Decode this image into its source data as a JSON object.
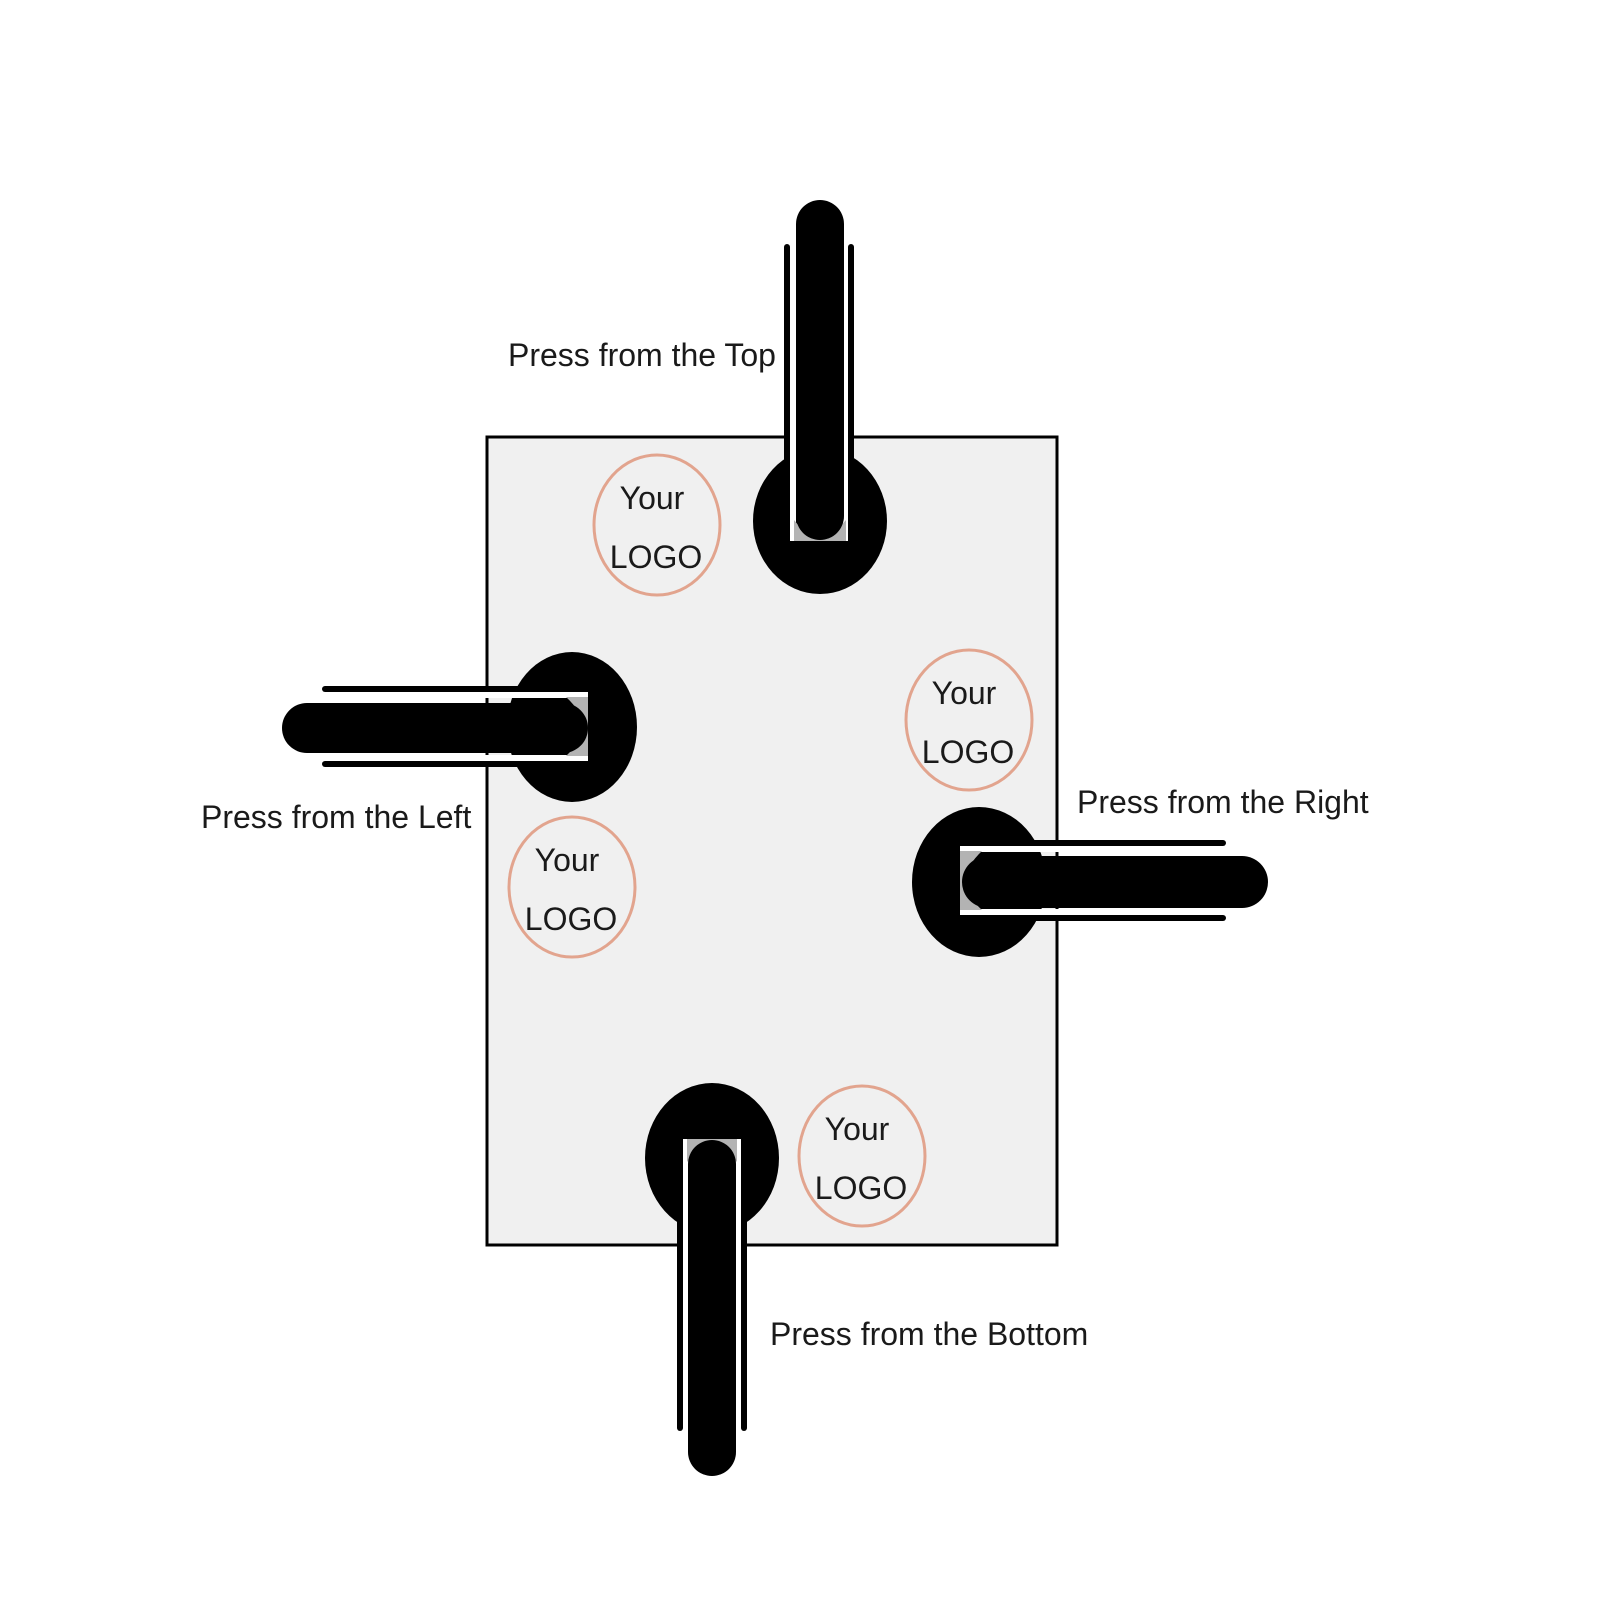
{
  "labels": {
    "top": "Press from the Top",
    "left": "Press from the Left",
    "right": "Press from the Right",
    "bottom": "Press from the Bottom"
  },
  "logos": [
    {
      "line1": "Your",
      "line2": "LOGO"
    },
    {
      "line1": "Your",
      "line2": "LOGO"
    },
    {
      "line1": "Your",
      "line2": "LOGO"
    },
    {
      "line1": "Your",
      "line2": "LOGO"
    }
  ],
  "colors": {
    "panel_fill": "#f0f0f0",
    "panel_stroke": "#000000",
    "handle": "#000000",
    "logo_ring": "#e2a48e",
    "gasket": "#b3b3b3"
  }
}
